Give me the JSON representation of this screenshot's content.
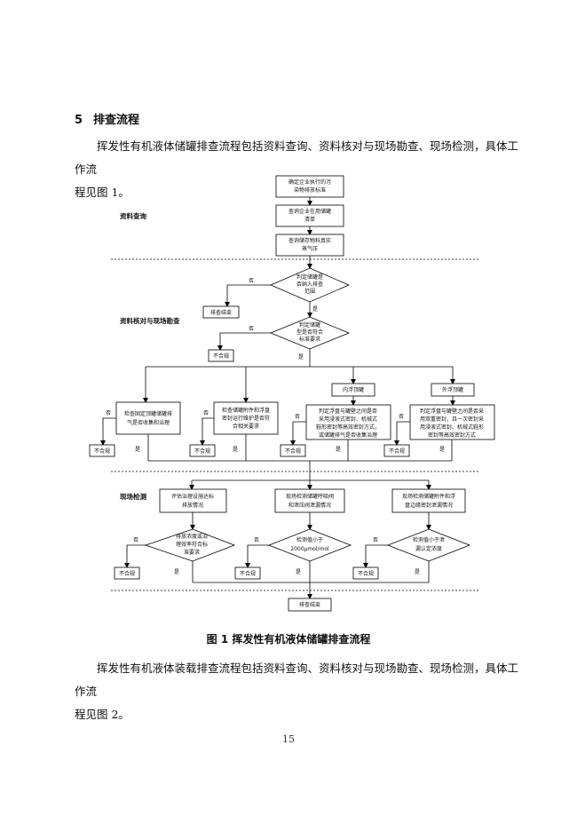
{
  "section": {
    "number": "5",
    "title": "排查流程"
  },
  "paragraph1": {
    "line1": "挥发性有机液体储罐排查流程包括资料查询、资料核对与现场勘查、现场检测，具体工作流",
    "line2": "程见图 1。"
  },
  "flow": {
    "sections": {
      "data_query": "资料查询",
      "verify_survey": "资料核对与现场勘查",
      "field_test": "现场检测"
    },
    "q1": [
      "确定企业执行的污",
      "染物排放标准"
    ],
    "q2": [
      "查询企业在用储罐",
      "清单"
    ],
    "q3": [
      "查询储存物料真实",
      "蒸气压"
    ],
    "d1": [
      "判定储罐是",
      "否纳入排查",
      "范围"
    ],
    "end_early": "排查结束",
    "d2": [
      "判定储罐",
      "型是否符合",
      "标准要求"
    ],
    "noncompliant": "不合规",
    "no": "否",
    "yes": "是",
    "inner_roof": "内浮顶罐",
    "outer_roof": "外浮顶罐",
    "c1": [
      "检查固定顶罐储罐排",
      "气是否收集和治理"
    ],
    "c2": [
      "检查储罐附件和浮盘",
      "密封运行维护是否符",
      "合相关要求"
    ],
    "c3": [
      "判定浮盘与罐壁之间是否",
      "采用浸液式密封、机械式",
      "鞋形密封等高效密封方式，",
      "或储罐排气是否收集治理"
    ],
    "c4": [
      "判定浮盘与罐壁之间是否采",
      "用双重密封，且一次密封采",
      "用浸液式密封、机械式鞋形",
      "密封等高效密封方式"
    ],
    "f1": [
      "评估治理设施达标",
      "排放情况"
    ],
    "f2": [
      "现场检测储罐呼吸阀",
      "和泄压阀泄漏情况"
    ],
    "f3": [
      "现场检测储罐附件和浮",
      "盘边缘密封泄漏情况"
    ],
    "e1": [
      "排放浓度或治",
      "理效率符合标",
      "准要求"
    ],
    "e2": [
      "检测值小于",
      "2000μmol/mol"
    ],
    "e3": [
      "检测值小于泄",
      "漏认定浓度"
    ],
    "end": "排查结束"
  },
  "caption": "图 1  挥发性有机液体储罐排查流程",
  "paragraph2": {
    "line1": "挥发性有机液体装载排查流程包括资料查询、资料核对与现场勘查、现场检测，具体工作流",
    "line2": "程见图 2。"
  },
  "page_number": "15"
}
